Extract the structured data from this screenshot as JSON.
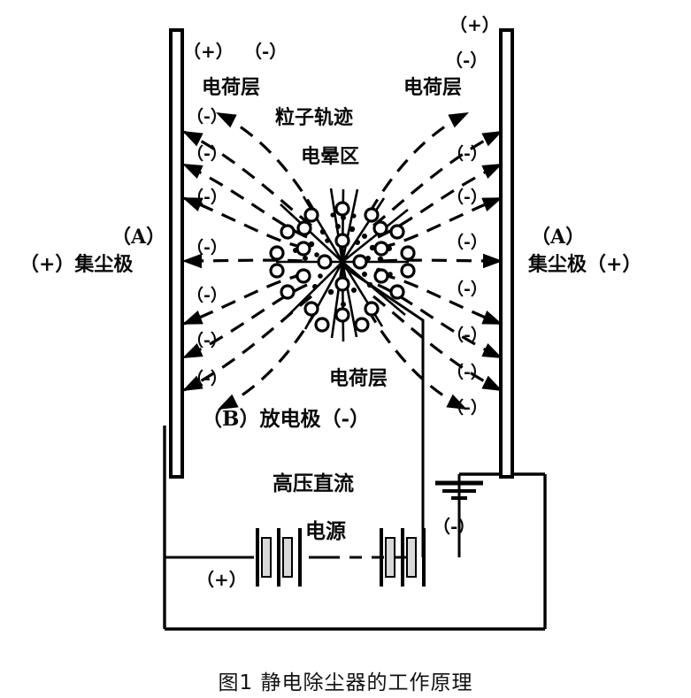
{
  "figure": {
    "caption": "图1 静电除尘器的工作原理",
    "title_cn": "静电除尘器的工作原理"
  },
  "colors": {
    "ink": "#000000",
    "background": "#ffffff"
  },
  "labels": {
    "top_left_plus": "（+）",
    "top_left_minus": "（-）",
    "top_left_charge_layer": "电荷层",
    "top_right_plus": "（+）",
    "top_right_minus": "（-）",
    "top_right_charge_layer": "电荷层",
    "particle_track": "粒子轨迹",
    "corona_zone": "电晕区",
    "center_charge_layer": "电荷层",
    "left_electrode_a": "（A）",
    "left_electrode_name": "（+）集尘极",
    "right_electrode_a": "（A）",
    "right_electrode_name": "集尘极（+）",
    "discharge_electrode": "（B）放电极（-）",
    "hv_dc": "高压直流",
    "power_source": "电源",
    "supply_minus": "（-）",
    "supply_plus": "（+）"
  },
  "left_charge_signs": [
    "（-）",
    "（-）",
    "（-）",
    "（-）",
    "（-）",
    "（-）",
    "（-）"
  ],
  "right_charge_signs": [
    "（-）",
    "（-）",
    "（-）",
    "（-）",
    "（-）",
    "（-）",
    "（-）"
  ],
  "components": {
    "collecting_plate_left": "collecting-electrode-plate-left",
    "collecting_plate_right": "collecting-electrode-plate-right",
    "discharge_electrode_wire": "discharge-electrode-wire",
    "corona_region": "corona-discharge-region",
    "battery_left": "battery-cell-stack-left",
    "battery_right": "battery-cell-stack-right",
    "ground_symbol": "earth-ground-symbol",
    "circuit_loop": "dc-power-circuit-loop"
  }
}
